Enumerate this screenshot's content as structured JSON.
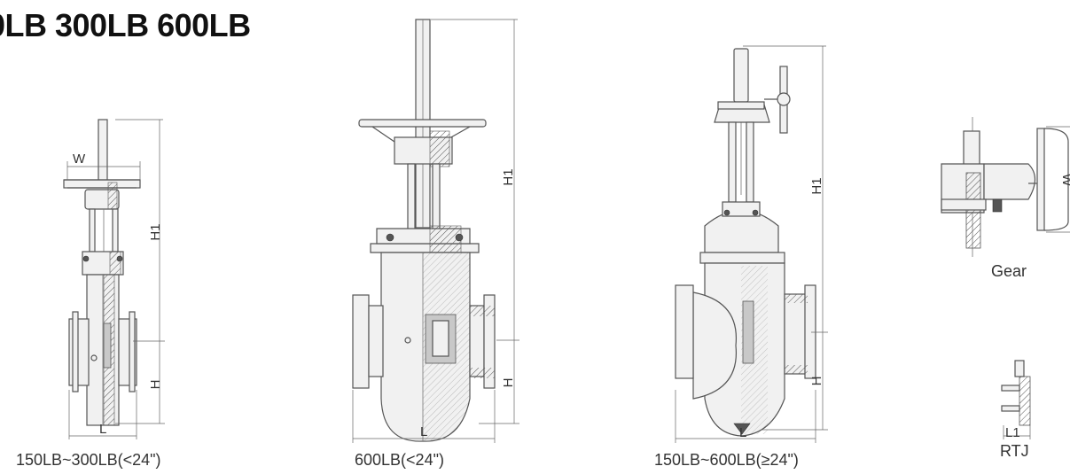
{
  "title": "0LB 300LB 600LB",
  "captions": {
    "valve1": "150LB~300LB(<24\")",
    "valve2": "600LB(<24\")",
    "valve3": "150LB~600LB(≥24\")",
    "gear": "Gear",
    "rtj": "RTJ"
  },
  "dims": {
    "w": "W",
    "h1": "H1",
    "h": "H",
    "l": "L",
    "l1": "L1"
  }
}
